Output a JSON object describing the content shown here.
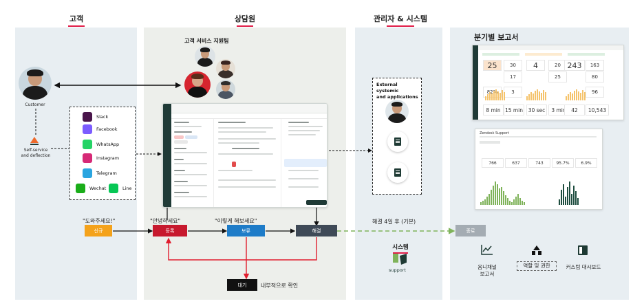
{
  "columns": {
    "customer": "고객",
    "agent": "상담원",
    "admin": "관리자 & 시스템",
    "report": "분기별 보고서"
  },
  "customer": {
    "label": "Customer",
    "self_service_line1": "Self-service",
    "self_service_line2": "and deflection"
  },
  "team_label": "고객 서비스 지원팀",
  "channels": [
    {
      "name": "Slack",
      "color": "#4a154b",
      "icon": "slack-icon"
    },
    {
      "name": "Facebook",
      "color": "#7b5cff",
      "icon": "messenger-icon"
    },
    {
      "name": "WhatsApp",
      "color": "#25d366",
      "icon": "whatsapp-icon"
    },
    {
      "name": "Instagram",
      "color": "#d62976",
      "icon": "instagram-icon"
    },
    {
      "name": "Telegram",
      "color": "#2aa5e0",
      "icon": "telegram-icon"
    },
    {
      "name": "Wechat",
      "color": "#1aad19",
      "icon": "wechat-icon"
    },
    {
      "name": "Line",
      "color": "#06c755",
      "icon": "line-icon"
    }
  ],
  "external": {
    "line1": "External systemic",
    "line2": "and applications"
  },
  "workflow": {
    "new": {
      "quote": "\"도와주세요!\"",
      "label": "신규",
      "color": "#f4a21b"
    },
    "open": {
      "quote": "\"안녕하세요\"",
      "label": "등록",
      "color": "#c7192e"
    },
    "pending": {
      "quote": "\"이렇게 해보세요\"",
      "label": "보류",
      "color": "#1e7cc8"
    },
    "solved": {
      "label": "해결",
      "color": "#3f4a57"
    },
    "closed": {
      "label": "종료",
      "color": "#a4acb3"
    },
    "hold": {
      "label": "대기",
      "note": "내부적으로 확인",
      "color": "#111111"
    },
    "auto_close_note": "해결 4일 후 (기본)",
    "dashed_color": "#7fb35a"
  },
  "system": {
    "title": "시스템",
    "brand": "support"
  },
  "report": {
    "kpis": [
      "25",
      "30",
      "4",
      "20",
      "243",
      "163",
      "17",
      "25",
      "80",
      "82%",
      "3",
      "96"
    ],
    "kpi_bottom": [
      "8 min",
      "15 min",
      "30 sec",
      "3 min",
      "42",
      "10,543"
    ],
    "dashboard_title": "Zendesk Support",
    "dashboard_kpis": [
      "766",
      "637",
      "743",
      "95.7%",
      "6.9%"
    ]
  },
  "footer": [
    {
      "label": "옴니채널\n보고서",
      "icon": "line-chart-icon"
    },
    {
      "label": "역할 및 권한",
      "icon": "org-chart-icon"
    },
    {
      "label": "커스텀 대시보드",
      "icon": "dashboard-icon"
    }
  ]
}
